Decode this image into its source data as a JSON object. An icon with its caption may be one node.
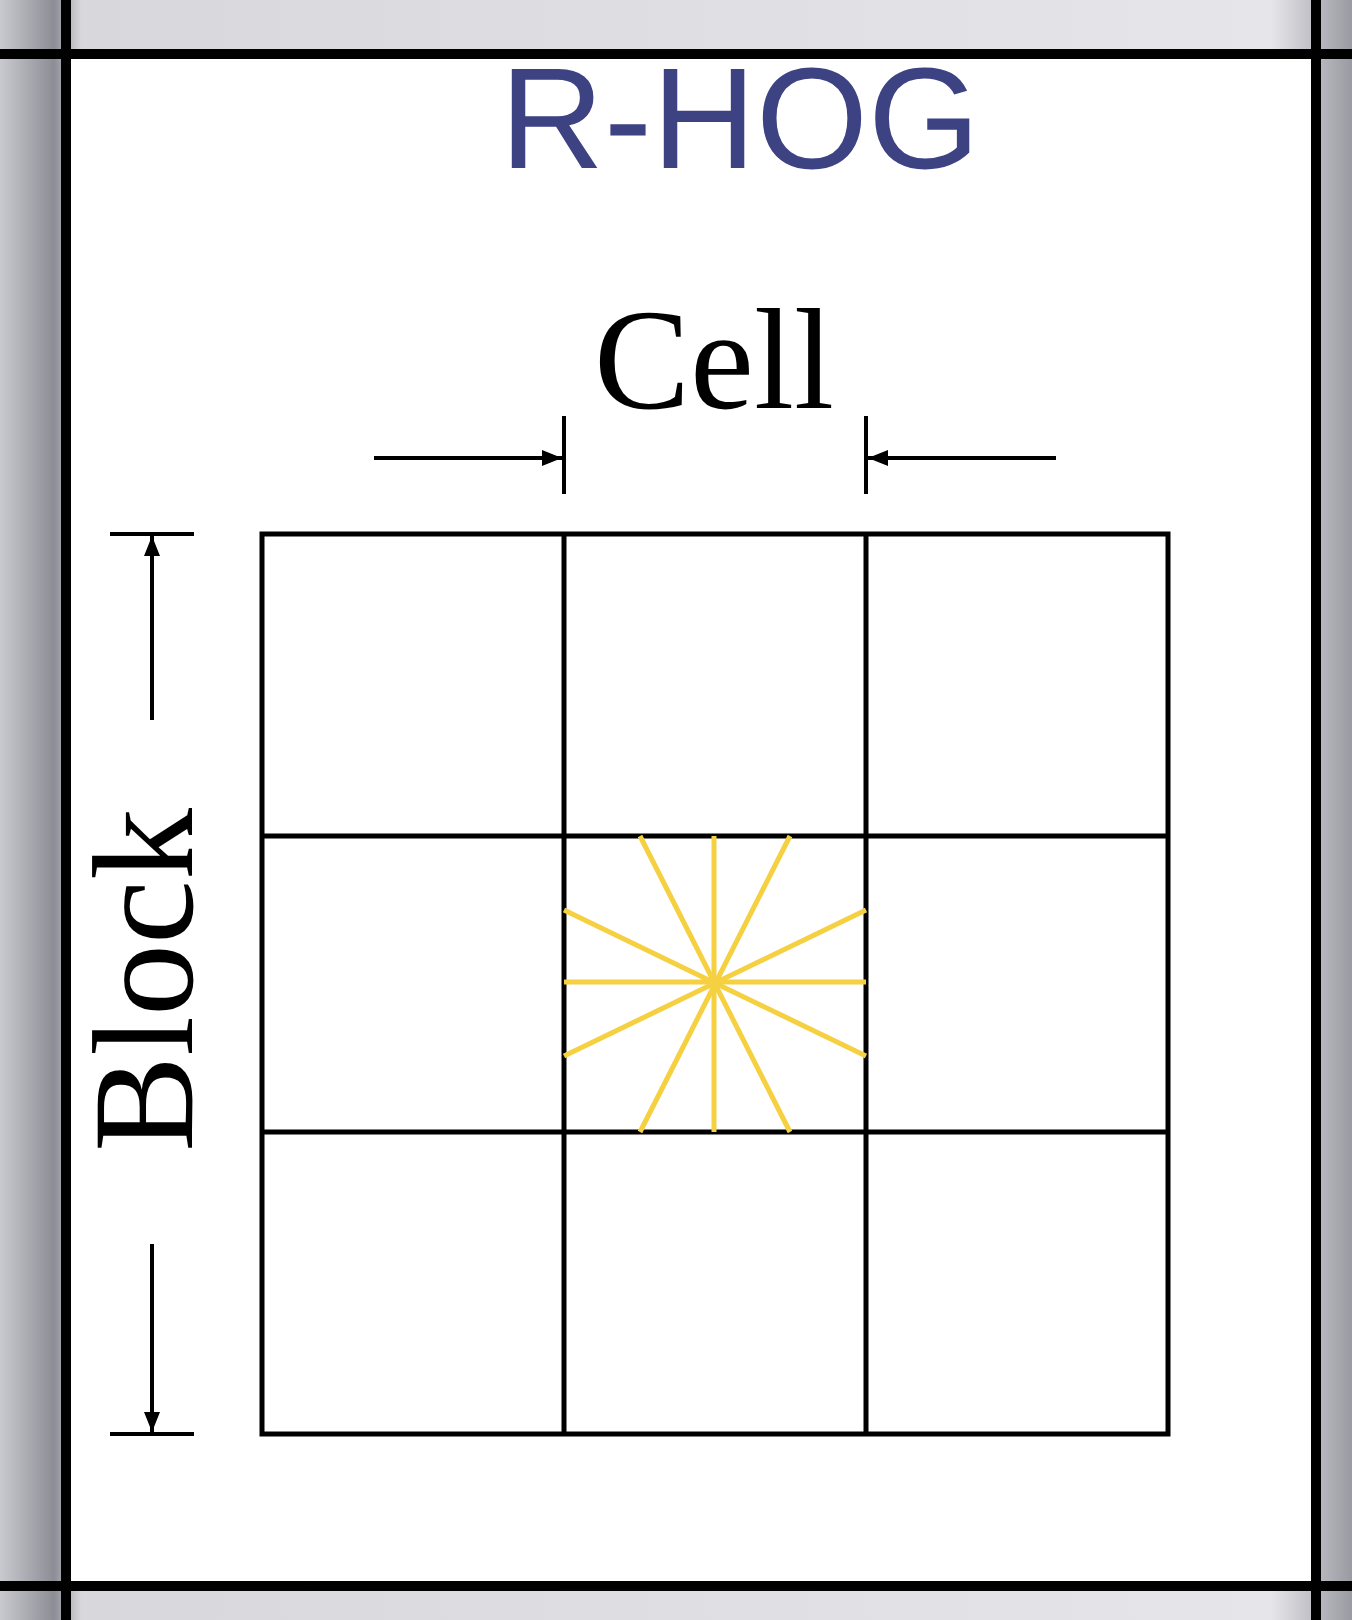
{
  "diagram": {
    "title": "R-HOG",
    "labels": [
      "Cell",
      "Block"
    ]
  }
}
